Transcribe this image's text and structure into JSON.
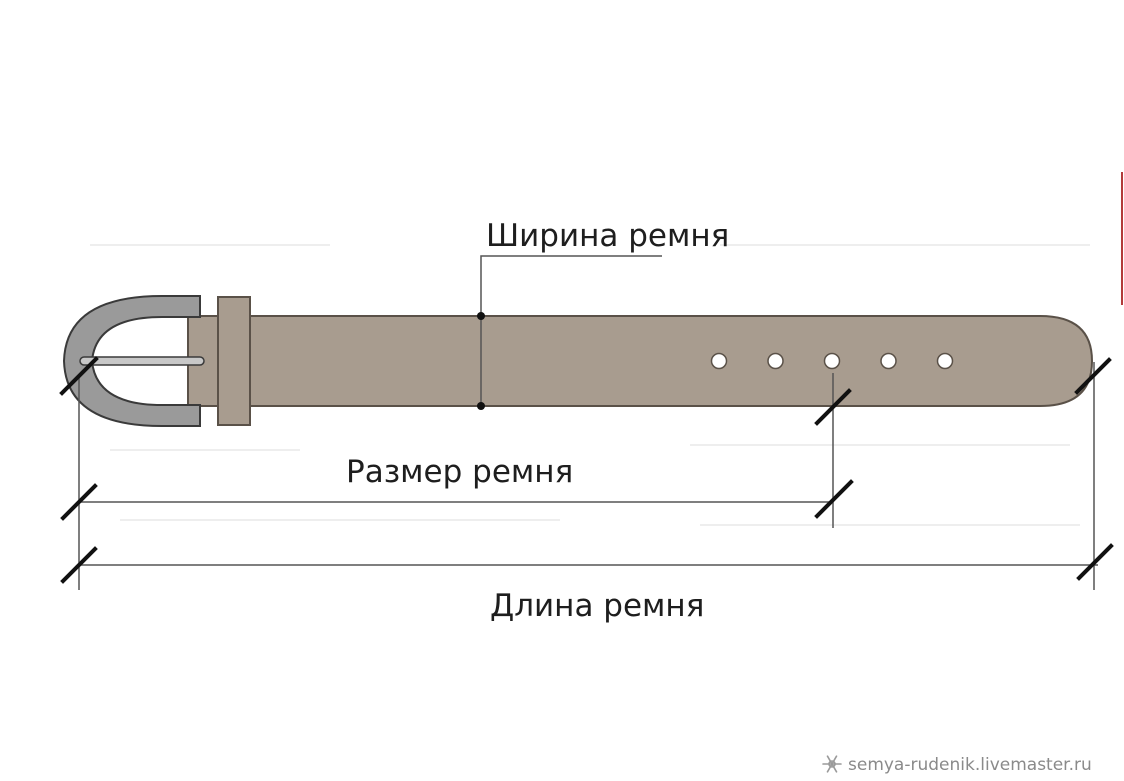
{
  "labels": {
    "width": "Ширина ремня",
    "size": "Размер ремня",
    "length": "Длина ремня"
  },
  "watermark": {
    "text": "semya-rudenik.livemaster.ru",
    "icon": "snowflake-icon"
  },
  "colors": {
    "strap_fill": "#a89c8f",
    "strap_stroke": "#5a5148",
    "buckle_fill": "#9a9a9a",
    "buckle_stroke": "#3a3a3a",
    "hole_fill": "#ffffff",
    "dimension_line": "#555555",
    "tick": "#111111",
    "text": "#1e1e1e",
    "edge_accent": "#b23a3a"
  },
  "belt": {
    "hole_count": 5
  }
}
